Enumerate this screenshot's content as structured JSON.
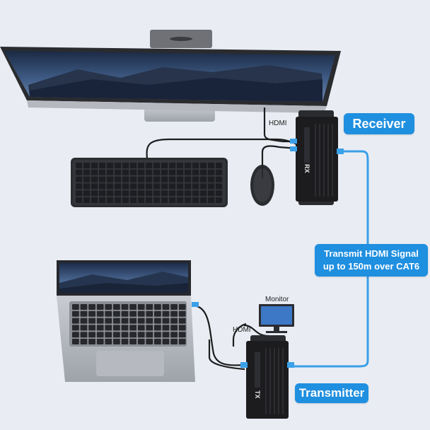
{
  "labels": {
    "receiver": "Receiver",
    "transmitter": "Transmitter",
    "signal_line1": "Transmit HDMI Signal",
    "signal_line2": "up to 150m over CAT6",
    "hdmi_top": "HDMI",
    "hdmi_bottom": "HDMI",
    "monitor": "Monitor",
    "rx_tag": "RX",
    "tx_tag": "TX"
  },
  "colors": {
    "background": "#e9edf3",
    "accent": "#1f8fe0",
    "cable_blue": "#3aa0e8",
    "device_black": "#1c1c1e"
  },
  "icons": [
    "monitor-icon",
    "keyboard-icon",
    "mouse-icon",
    "laptop-icon",
    "extender-box-icon",
    "small-monitor-icon"
  ]
}
